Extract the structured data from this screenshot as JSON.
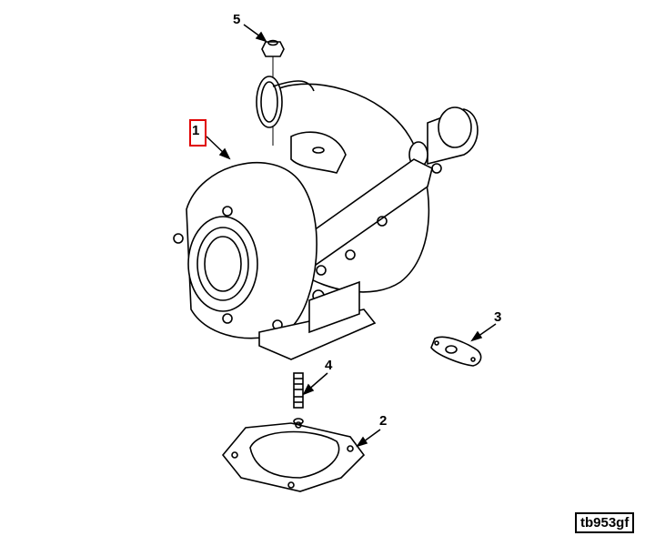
{
  "callouts": {
    "c1": "1",
    "c2": "2",
    "c3": "3",
    "c4": "4",
    "c5": "5"
  },
  "reference_code": "tb953gf",
  "highlight_color": "#e00000"
}
